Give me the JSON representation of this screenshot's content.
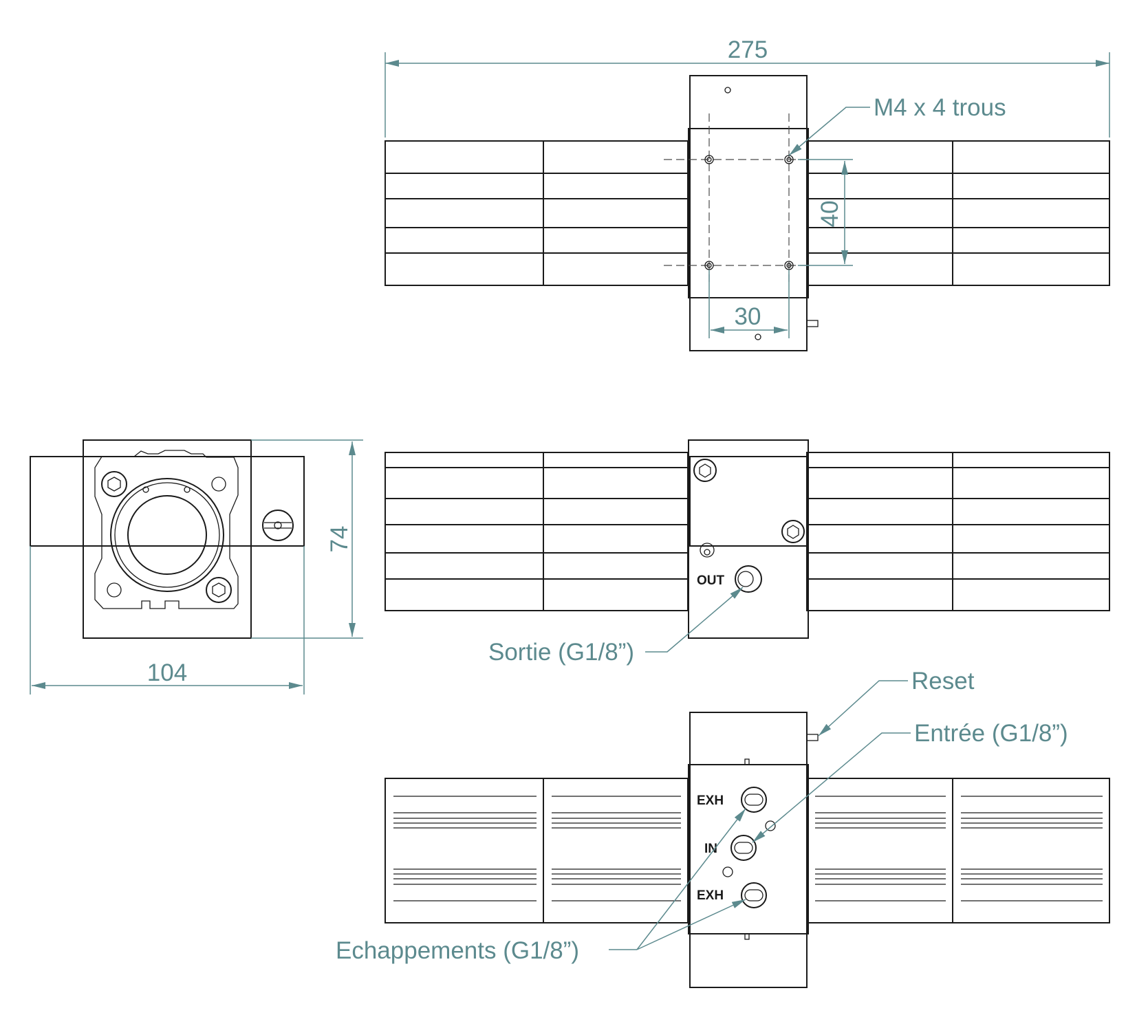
{
  "dimensions": {
    "overall_length": "275",
    "hole_spacing_vertical": "40",
    "hole_spacing_horizontal": "30",
    "height": "74",
    "width": "104"
  },
  "callouts": {
    "mounting_holes": "M4 x 4 trous",
    "outlet": "Sortie (G1/8”)",
    "reset": "Reset",
    "inlet": "Entrée (G1/8”)",
    "exhausts": "Echappements (G1/8”)"
  },
  "port_labels": {
    "out": "OUT",
    "exh_top": "EXH",
    "in": "IN",
    "exh_bottom": "EXH"
  },
  "colors": {
    "line": "#1a1a1a",
    "dimension": "#5c8a8e",
    "background": "#ffffff"
  }
}
